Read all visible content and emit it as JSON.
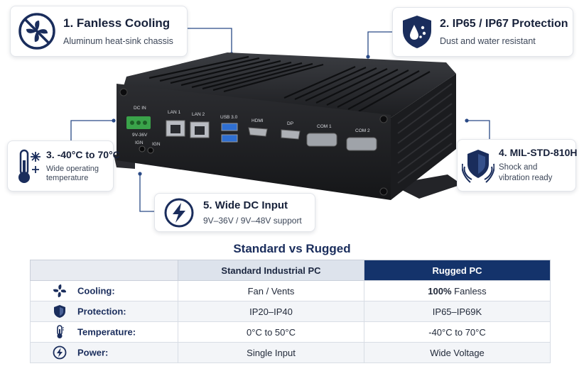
{
  "callouts": {
    "fanless": {
      "title": "1. Fanless Cooling",
      "desc": "Aluminum heat-sink chassis",
      "icon": "no-fan-icon"
    },
    "protection": {
      "title": "2. IP65 / IP67 Protection",
      "desc": "Dust and water resistant",
      "icon": "shield-water-icon"
    },
    "temperature": {
      "title": "3. -40°C to 70°C",
      "desc": "Wide operating temperature",
      "icon": "thermometer-snowflake-icon"
    },
    "milstd": {
      "title": "4. MIL-STD-810H",
      "desc": "Shock and vibration ready",
      "icon": "shield-shock-icon"
    },
    "dcinput": {
      "title": "5. Wide DC Input",
      "desc": "9V–36V / 9V–48V support",
      "icon": "lightning-icon"
    }
  },
  "device": {
    "ports": {
      "dc_in": "DC IN",
      "dc_range": "9V-36V",
      "ign1": "IGN",
      "ign2": "IGN",
      "lan1": "LAN 1",
      "lan2": "LAN 2",
      "usb": "USB 3.0",
      "hdmi": "HDMI",
      "dp": "DP",
      "com1": "COM 1",
      "com2": "COM 2"
    }
  },
  "comparison": {
    "title": "Standard vs Rugged",
    "headers": [
      "",
      "Standard Industrial PC",
      "Rugged PC"
    ],
    "rows": [
      {
        "label": "Cooling:",
        "icon": "fan-icon",
        "standard": "Fan / Vents",
        "rugged_bold": "100%",
        "rugged": " Fanless"
      },
      {
        "label": "Protection:",
        "icon": "shield-icon",
        "standard": "IP20–IP40",
        "rugged_bold": "",
        "rugged": "IP65–IP69K"
      },
      {
        "label": "Temperature:",
        "icon": "thermometer-icon",
        "standard": "0°C to 50°C",
        "rugged_bold": "",
        "rugged": "-40°C to 70°C"
      },
      {
        "label": "Power:",
        "icon": "power-icon",
        "standard": "Single Input",
        "rugged_bold": "",
        "rugged": "Wide Voltage"
      }
    ]
  },
  "colors": {
    "navy": "#14336b",
    "accent": "#1a2d5c"
  }
}
